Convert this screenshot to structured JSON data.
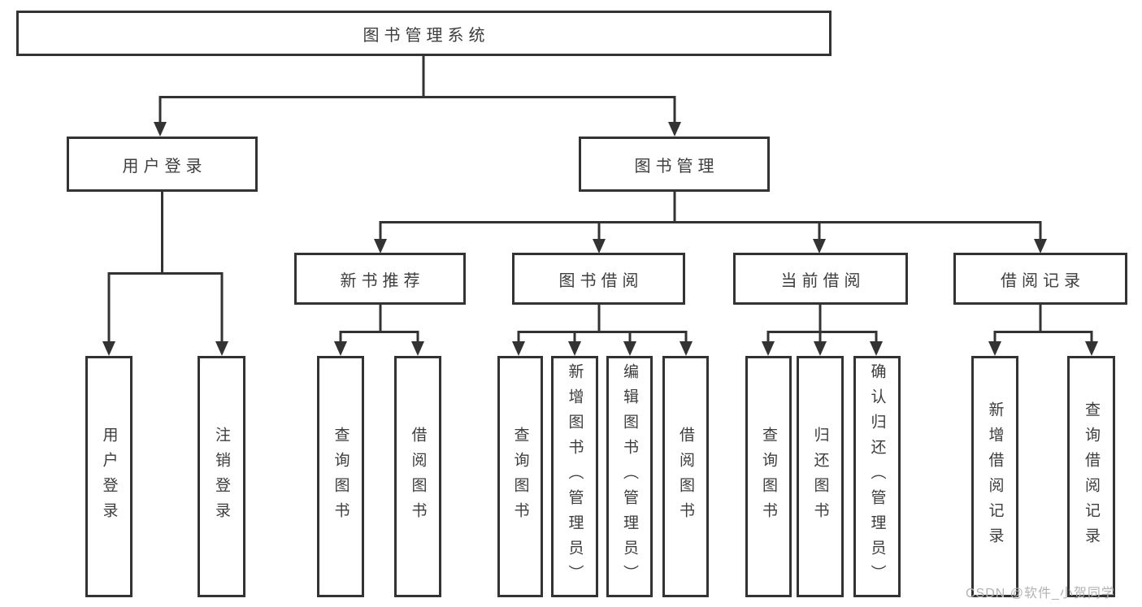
{
  "diagram_title": "图书管理系统",
  "nodes": {
    "root": {
      "label": "图书管理系统"
    },
    "level1": [
      {
        "label": "用户登录"
      },
      {
        "label": "图书管理"
      }
    ],
    "level2": [
      {
        "label": "新书推荐",
        "parent": "图书管理"
      },
      {
        "label": "图书借阅",
        "parent": "图书管理"
      },
      {
        "label": "当前借阅",
        "parent": "图书管理"
      },
      {
        "label": "借阅记录",
        "parent": "图书管理"
      }
    ],
    "leaves": [
      {
        "label": "用户登录",
        "parent": "用户登录"
      },
      {
        "label": "注销登录",
        "parent": "用户登录"
      },
      {
        "label": "查询图书",
        "parent": "新书推荐"
      },
      {
        "label": "借阅图书",
        "parent": "新书推荐"
      },
      {
        "label": "查询图书",
        "parent": "图书借阅"
      },
      {
        "label": "新增图书（管理员）",
        "parent": "图书借阅"
      },
      {
        "label": "编辑图书（管理员）",
        "parent": "图书借阅"
      },
      {
        "label": "借阅图书",
        "parent": "图书借阅"
      },
      {
        "label": "查询图书",
        "parent": "当前借阅"
      },
      {
        "label": "归还图书",
        "parent": "当前借阅"
      },
      {
        "label": "确认归还（管理员）",
        "parent": "当前借阅"
      },
      {
        "label": "新增借阅记录",
        "parent": "借阅记录"
      },
      {
        "label": "查询借阅记录",
        "parent": "借阅记录"
      }
    ]
  },
  "watermark": "CSDN @软件_小贺同学",
  "colors": {
    "line": "#333333",
    "text": "#3d3d3d",
    "watermark": "#b3b3b3",
    "background": "#ffffff"
  }
}
